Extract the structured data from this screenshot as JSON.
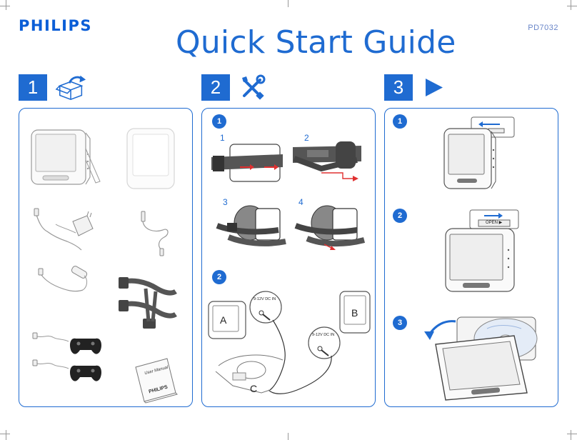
{
  "header": {
    "brand": "PHILIPS",
    "title": "Quick Start Guide",
    "model": "PD7032"
  },
  "steps": [
    {
      "number": "1",
      "icon": "box-unpack-icon"
    },
    {
      "number": "2",
      "icon": "tools-icon"
    },
    {
      "number": "3",
      "icon": "play-icon"
    }
  ],
  "panel2": {
    "sub1": "1",
    "sub2": "2",
    "images": [
      "1",
      "2",
      "3",
      "4"
    ],
    "labels": {
      "a": "A",
      "b": "B",
      "c": "C"
    },
    "dc_in": "9-12V DC IN"
  },
  "panel3": {
    "sub1": "1",
    "sub2": "2",
    "sub3": "3",
    "open_label": "OPEN ▶"
  },
  "panel1": {
    "manual_title": "User Manual",
    "manual_brand": "PHILIPS"
  },
  "colors": {
    "accent": "#1f6bd1",
    "brand": "#0b5ed7",
    "arrow": "#e03030"
  }
}
